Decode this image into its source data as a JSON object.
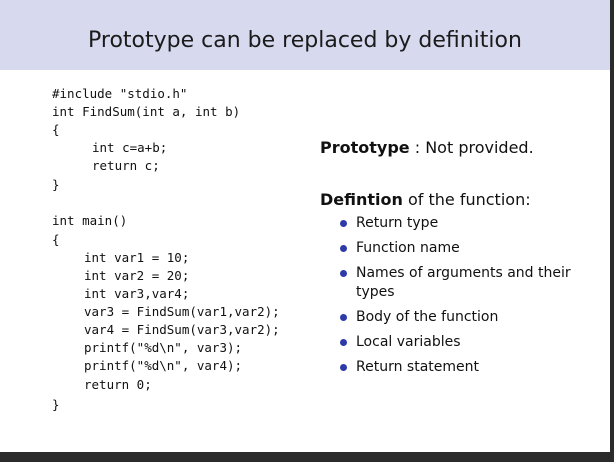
{
  "slide": {
    "title": "Prototype can be replaced by definition"
  },
  "code": {
    "line1": "#include \"stdio.h\"",
    "line2": "int FindSum(int a, int b)",
    "line3": "{",
    "line4": "int c=a+b;",
    "line5": "return c;",
    "line6": "}",
    "line7": "int main()",
    "line8": "{",
    "line9": "int var1 = 10;",
    "line10": "int var2 = 20;",
    "line11": "int var3,var4;",
    "line12": "var3 = FindSum(var1,var2);",
    "line13": "var4 = FindSum(var3,var2);",
    "line14": "printf(\"%d\\n\", var3);",
    "line15": "printf(\"%d\\n\", var4);",
    "line16": "return 0;",
    "line17": "}"
  },
  "prototype": {
    "label": "Prototype",
    "separator": " : ",
    "value": "Not provided."
  },
  "definition": {
    "label": "Defintion",
    "rest": " of the function:",
    "items": [
      "Return type",
      "Function name",
      "Names of arguments and their types",
      "Body of the function",
      "Local variables",
      "Return statement"
    ]
  },
  "colors": {
    "title_bar": "#d7d9ef",
    "bullet": "#2d3aa8"
  }
}
